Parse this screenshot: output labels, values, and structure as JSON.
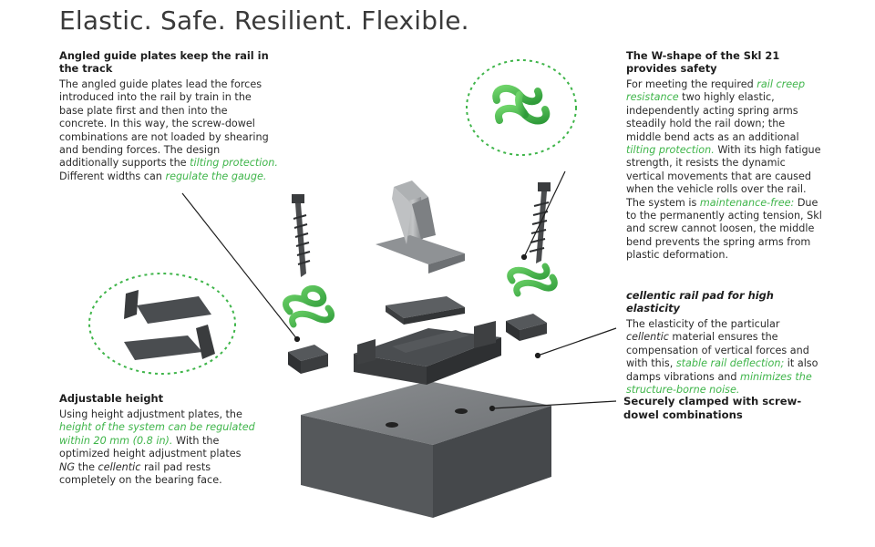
{
  "page": {
    "title": "Elastic. Safe. Resilient. Flexible."
  },
  "colors": {
    "accent_green": "#3fb54a",
    "text": "#2b2b2b",
    "part_grey": "#6b6e71",
    "part_dark": "#3c3e40"
  },
  "sections": {
    "guide_plates": {
      "heading": "Angled guide plates keep the rail in the track",
      "t1": "The angled guide plates lead the forces introduced into the rail by train in the base plate first and then into the concrete. In this way, the screw-dowel combinations are not loaded by shearing and bending forces. The design additionally supports the ",
      "g1": "tilting protection.",
      "t2": " Different widths can ",
      "g2": "regulate the gauge."
    },
    "w_shape": {
      "heading": "The W-shape of the Skl 21 provides safety",
      "t1": "For meeting the required ",
      "g1": "rail creep resistance",
      "t2": " two highly elastic, independently acting spring arms steadily hold the rail down; the middle bend acts as an additional ",
      "g2": "tilting protection.",
      "t3": " With its high fatigue strength, it resists the dynamic vertical movements that are caused when the vehicle rolls over the rail. The system is ",
      "g3": "maintenance-free:",
      "t4": " Due to the permanently acting tension, Skl and screw cannot loosen, the middle bend prevents the spring arms from plastic deformation."
    },
    "rail_pad": {
      "heading": "cellentic rail pad for high elasticity",
      "t1": "The elasticity of the particular ",
      "i1": "cellentic",
      "t2": " material ensures the compensation of vertical forces and with this, ",
      "g1": "stable rail deflection;",
      "t3": " it also damps vibrations and ",
      "g2": "minimizes the structure-borne noise."
    },
    "height": {
      "heading": "Adjustable height",
      "t1": "Using height adjustment plates, the ",
      "g1": "height of the system can be regulated within 20 mm (0.8 in).",
      "t2": " With the optimized height adjustment plates ",
      "i1": "NG",
      "t3": " the ",
      "i2": "cellentic",
      "t4": " rail pad rests completely on the bearing face."
    },
    "clamped": {
      "heading": "Securely clamped with screw-dowel combinations"
    }
  },
  "illustration": {
    "parts": [
      "sleeper",
      "base-plate",
      "rail-pad",
      "rail",
      "screw",
      "clip",
      "guide-plate",
      "height-plate"
    ]
  }
}
